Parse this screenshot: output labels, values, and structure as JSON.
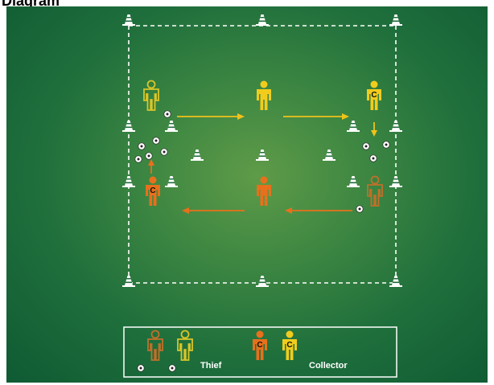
{
  "title": "Diagram",
  "legend": {
    "thief_label": "Thief",
    "collector_label": "Collector",
    "collector_marker": "C"
  },
  "player_marker": "C",
  "colors": {
    "field": "#1f6f3c",
    "line": "#ffffff",
    "yellow": "#f2cc1d",
    "orange": "#e8701c",
    "brown_outline": "#c0702a",
    "yellow_outline": "#d8c52a",
    "arrow_yellow": "#f0c21a",
    "arrow_orange": "#e8701c"
  }
}
